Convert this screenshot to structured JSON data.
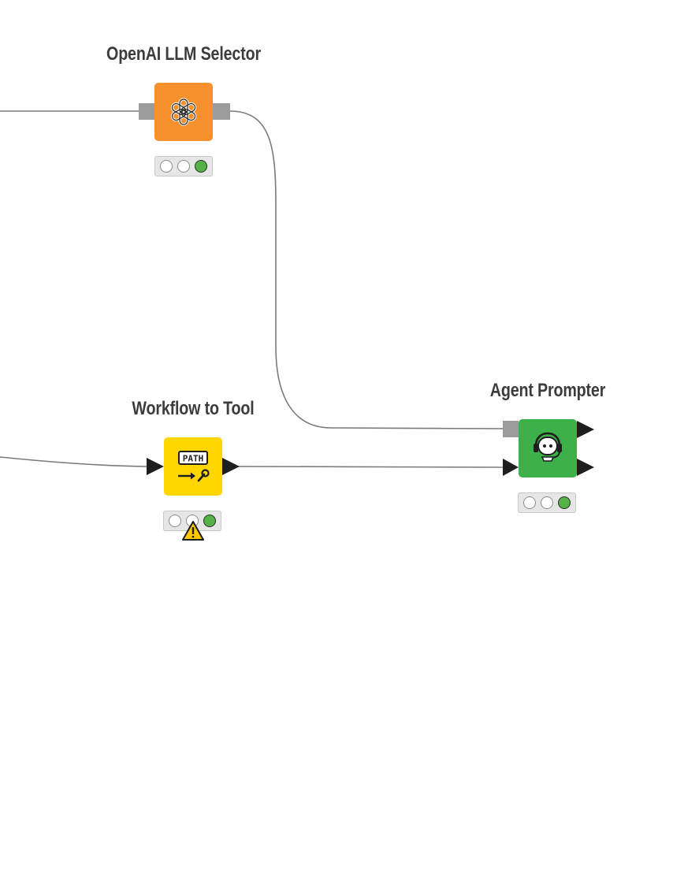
{
  "nodes": {
    "llm_selector": {
      "title": "OpenAI LLM Selector",
      "color": "#f7912d",
      "icon": "openai-logo-icon",
      "status": [
        "off",
        "off",
        "on"
      ]
    },
    "workflow_to_tool": {
      "title": "Workflow to Tool",
      "color": "#ffd600",
      "icon": "path-to-tool-icon",
      "icon_text": "PATH",
      "status": [
        "off",
        "off",
        "on"
      ],
      "warning": "warning-icon"
    },
    "agent_prompter": {
      "title": "Agent Prompter",
      "color": "#3cb14a",
      "icon": "agent-headset-icon",
      "status": [
        "off",
        "off",
        "on"
      ]
    }
  },
  "colors": {
    "wire": "#7a7a7a",
    "port_gray": "#9b9b9b",
    "port_dark": "#1e1e1e",
    "status_green": "#55b247",
    "warning_yellow": "#ffc800"
  }
}
